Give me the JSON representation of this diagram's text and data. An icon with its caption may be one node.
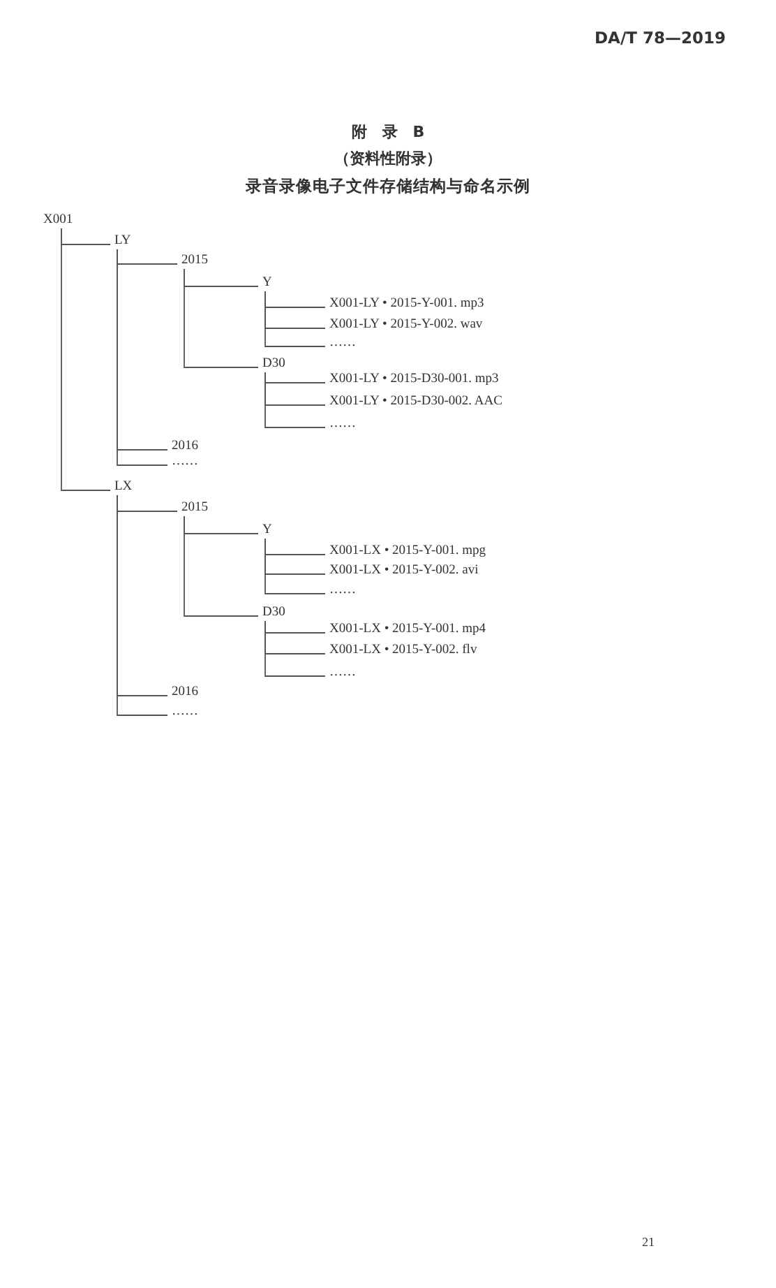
{
  "diagram": {
    "title": "录音录像电子文件存储结构与命名示例",
    "nodes": [
      {
        "text": [
          "X001"
        ]
      },
      {
        "text": [
          "LY"
        ]
      },
      {
        "text": [
          "2015"
        ]
      },
      {
        "text": [
          "Y"
        ]
      },
      {
        "text": [
          "X001-LY • 2015-Y-001. mp3"
        ]
      },
      {
        "text": [
          "X001-LY • 2015-Y-002. wav"
        ]
      },
      {
        "text": [
          "……"
        ]
      },
      {
        "text": [
          "D30"
        ]
      },
      {
        "text": [
          "X001-LY • 2015-D30-001. mp3"
        ]
      },
      {
        "text": [
          "X001-LY • 2015-D30-002. AAC"
        ]
      },
      {
        "text": [
          "……"
        ]
      },
      {
        "text": [
          "2016"
        ]
      },
      {
        "text": [
          "……"
        ]
      },
      {
        "text": [
          "LX"
        ]
      },
      {
        "text": [
          "2015"
        ]
      },
      {
        "text": [
          "Y"
        ]
      },
      {
        "text": [
          "X001-LX • 2015-Y-001. mpg"
        ]
      },
      {
        "text": [
          "X001-LX • 2015-Y-002. avi"
        ]
      },
      {
        "text": [
          "……"
        ]
      },
      {
        "text": [
          "D30"
        ]
      },
      {
        "text": [
          "X001-LX • 2015-Y-001. mp4"
        ]
      },
      {
        "text": [
          "X001-LX • 2015-Y-002. flv"
        ]
      },
      {
        "text": [
          "……"
        ]
      },
      {
        "text": [
          "2016"
        ]
      },
      {
        "text": [
          "……"
        ]
      }
    ],
    "edges": [
      {
        "from": 0,
        "to": 1,
        "arrow": "none"
      },
      {
        "from": 1,
        "to": 2,
        "arrow": "none"
      },
      {
        "from": 2,
        "to": 3,
        "arrow": "none"
      },
      {
        "from": 3,
        "to": 4,
        "arrow": "none"
      },
      {
        "from": 3,
        "to": 5,
        "arrow": "none"
      },
      {
        "from": 3,
        "to": 6,
        "arrow": "none"
      },
      {
        "from": 2,
        "to": 7,
        "arrow": "none"
      },
      {
        "from": 7,
        "to": 8,
        "arrow": "none"
      },
      {
        "from": 7,
        "to": 9,
        "arrow": "none"
      },
      {
        "from": 7,
        "to": 10,
        "arrow": "none"
      },
      {
        "from": 1,
        "to": 11,
        "arrow": "none"
      },
      {
        "from": 1,
        "to": 12,
        "arrow": "none"
      },
      {
        "from": 0,
        "to": 13,
        "arrow": "none"
      },
      {
        "from": 13,
        "to": 14,
        "arrow": "none"
      },
      {
        "from": 14,
        "to": 15,
        "arrow": "none"
      },
      {
        "from": 15,
        "to": 16,
        "arrow": "none"
      },
      {
        "from": 15,
        "to": 17,
        "arrow": "none"
      },
      {
        "from": 15,
        "to": 18,
        "arrow": "none"
      },
      {
        "from": 14,
        "to": 19,
        "arrow": "none"
      },
      {
        "from": 19,
        "to": 20,
        "arrow": "none"
      },
      {
        "from": 19,
        "to": 21,
        "arrow": "none"
      },
      {
        "from": 19,
        "to": 22,
        "arrow": "none"
      },
      {
        "from": 13,
        "to": 23,
        "arrow": "none"
      },
      {
        "from": 13,
        "to": 24,
        "arrow": "none"
      }
    ],
    "labels": [
      "DA/T 78—2019",
      "附　录　B",
      "（资料性附录）",
      "21"
    ]
  }
}
